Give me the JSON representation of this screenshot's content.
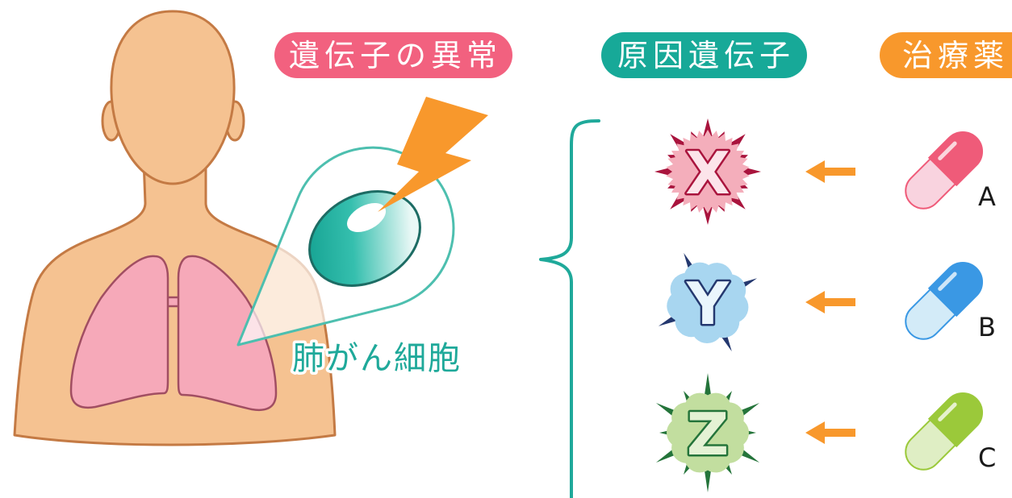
{
  "labels": {
    "gene_abnormality": "遺伝子の異常",
    "causal_gene": "原因遺伝子",
    "treatment": "治療薬",
    "lung_cancer_cell": "肺がん細胞"
  },
  "genes": [
    {
      "letter": "X",
      "color": "#f4aebb",
      "accent": "#a9143d"
    },
    {
      "letter": "Y",
      "color": "#a8d6f0",
      "accent": "#24386f"
    },
    {
      "letter": "Z",
      "color": "#c2de9f",
      "accent": "#24743a"
    }
  ],
  "drugs": [
    {
      "letter": "A",
      "cap_color": "#ef5b79",
      "body_color": "#f9d3df"
    },
    {
      "letter": "B",
      "cap_color": "#3a98e4",
      "body_color": "#d3ebf8"
    },
    {
      "letter": "C",
      "cap_color": "#9bc93a",
      "body_color": "#dfeec4"
    }
  ],
  "colors": {
    "gene_abnormality_badge": "#f2617f",
    "causal_gene_badge": "#17a998",
    "treatment_badge": "#f8982c",
    "arrow": "#f8982c",
    "lightning": "#f8982c",
    "brace": "#1fa99a",
    "skin": "#f5c291",
    "skin_outline": "#c47a44",
    "lung": "#f6a9b9",
    "cell": "#1fb3a1",
    "callout_outline": "#4dbfaf"
  }
}
